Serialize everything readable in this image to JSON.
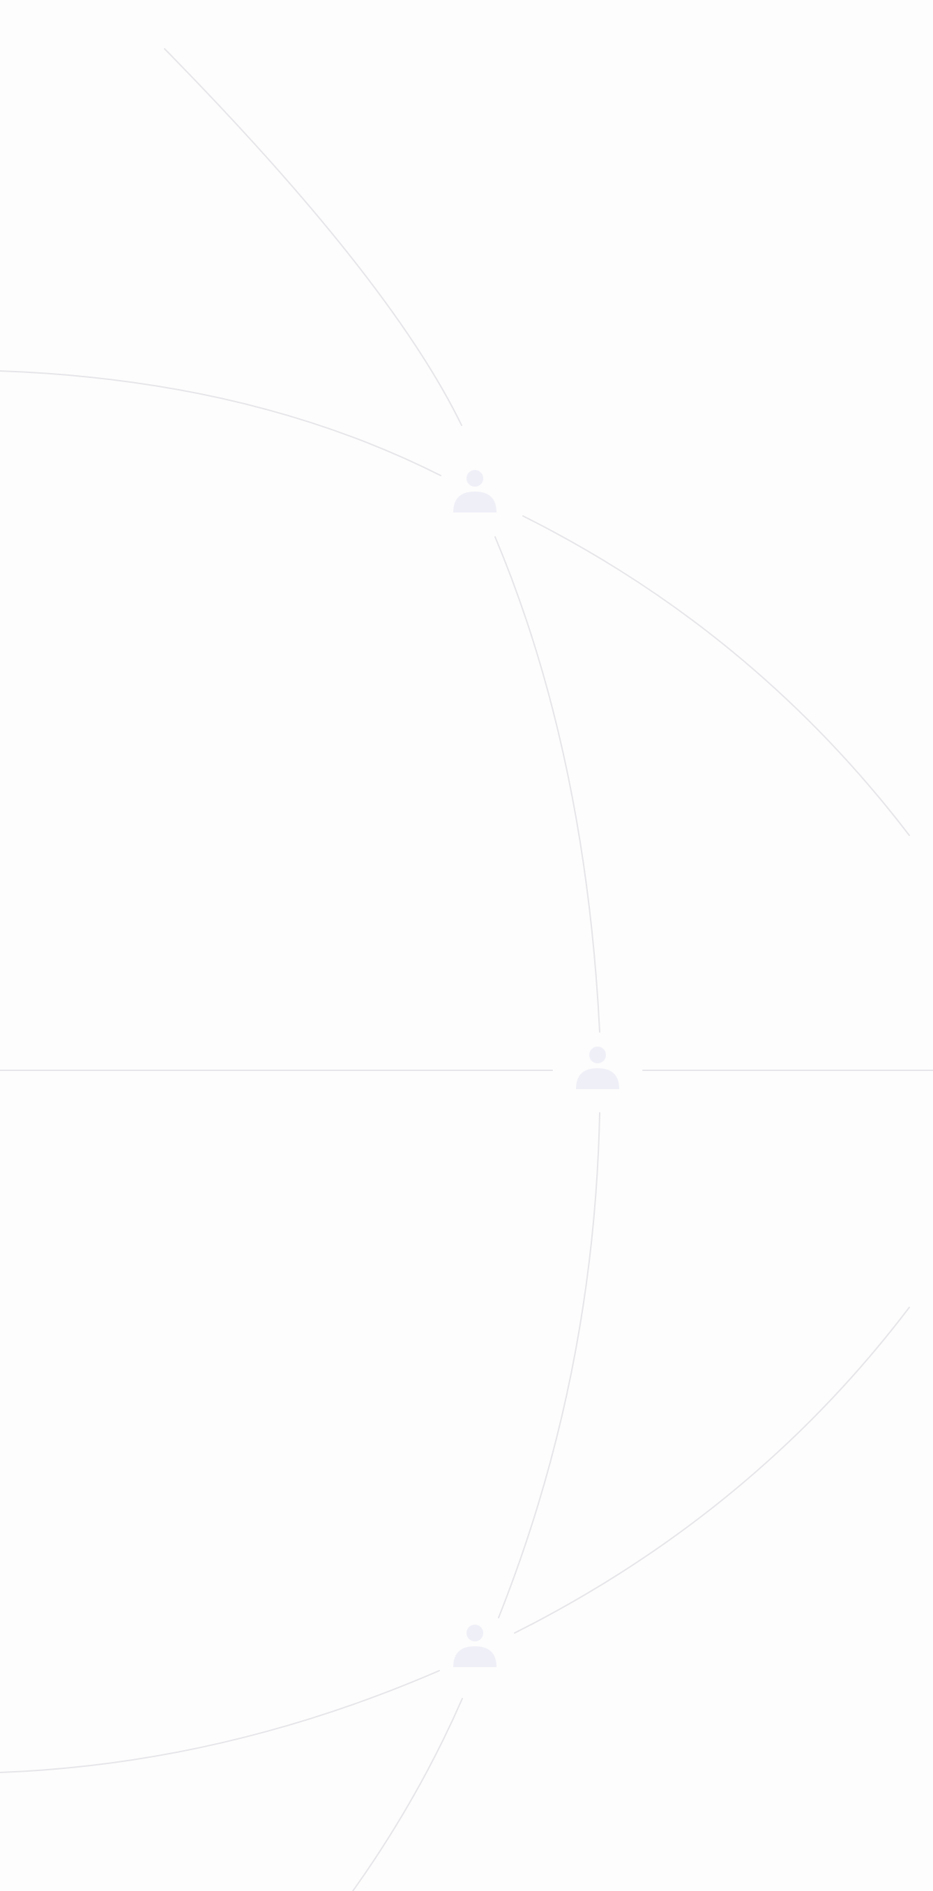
{
  "colors": {
    "background": "#fdfdfd",
    "connector_line": "#e6e6ea",
    "person_icon": "#efeff8"
  },
  "nodes": [
    {
      "id": "node-top",
      "icon": "person-icon"
    },
    {
      "id": "node-middle",
      "icon": "person-icon"
    },
    {
      "id": "node-bottom",
      "icon": "person-icon"
    }
  ]
}
